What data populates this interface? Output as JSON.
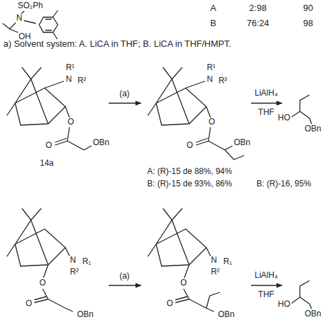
{
  "diagram": {
    "labels": [
      "A",
      "2:98",
      "90",
      "B",
      "76:24",
      "98",
      "SO₂Ph",
      "N",
      "OH",
      "a) Solvent system: A. LiCA in THF; B. LiCA in THF/HMPT.",
      "N",
      "R¹",
      "R²",
      "O",
      "O",
      "OBn",
      "14a",
      "(a)",
      "N",
      "R¹",
      "R²",
      "O",
      "O",
      "OBn",
      "A: (R)-15 de 88%, 94%",
      "B: (R)-15 de 93%, 86%",
      "LiAlH₄",
      "THF",
      "HO",
      "OBn",
      "B: (R)-16, 95%",
      "R²",
      "N",
      "R₁",
      "O",
      "O",
      "OBn",
      "(a)",
      "R²",
      "N",
      "R₁",
      "O",
      "O",
      "OBn",
      "LiAlH₄",
      "THF",
      "HO",
      "OBn"
    ]
  }
}
